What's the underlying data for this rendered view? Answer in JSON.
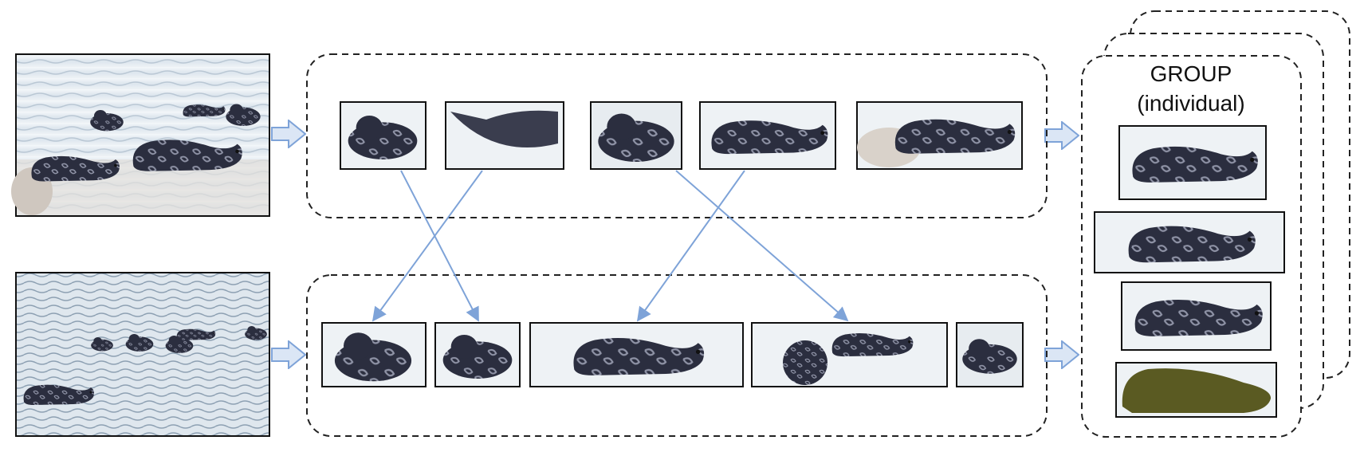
{
  "group_panel": {
    "title_line1": "GROUP",
    "title_line2": "(individual)"
  },
  "colors": {
    "arrow": "#7ea3d8",
    "arrow_fill": "#dbe6f5",
    "frame": "#111111",
    "dashed_border": "#222222",
    "water_light": "#eef3f7",
    "water_dark": "#c9d6e0",
    "seal_body": "#2b2e3f",
    "seal_pattern": "#8f93a6",
    "highlight_crop": "#5a5a22"
  },
  "icons": {
    "flow_arrow": "block-arrow-right",
    "match_arrow": "arrow-line"
  }
}
